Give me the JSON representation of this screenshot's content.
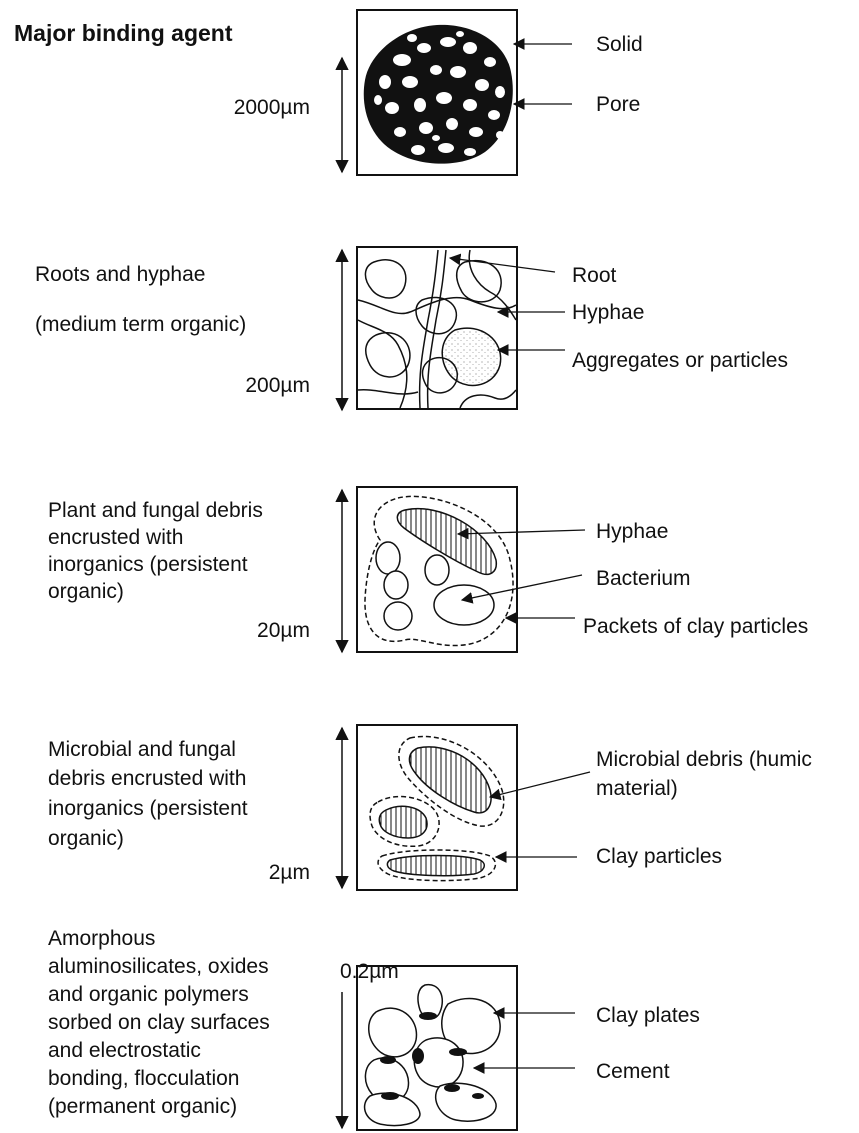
{
  "heading": "Major binding agent",
  "levels": [
    {
      "agent_lines": [],
      "scale": "2000µm",
      "labels": [
        "Solid",
        "Pore"
      ]
    },
    {
      "agent_lines": [
        "Roots and hyphae",
        "(medium term organic)"
      ],
      "scale": "200µm",
      "labels": [
        "Root",
        "Hyphae",
        "Aggregates or particles"
      ]
    },
    {
      "agent_lines": [
        "Plant and fungal debris",
        "encrusted with",
        "inorganics (persistent",
        "organic)"
      ],
      "scale": "20µm",
      "labels": [
        "Hyphae",
        "Bacterium",
        "Packets of clay particles"
      ]
    },
    {
      "agent_lines": [
        "Microbial and fungal",
        "debris encrusted with",
        "inorganics (persistent",
        "organic)"
      ],
      "scale": "2µm",
      "labels": [
        "Microbial debris (humic",
        "material)",
        "Clay particles"
      ]
    },
    {
      "agent_lines": [
        "Amorphous",
        "aluminosilicates, oxides",
        "and organic polymers",
        "sorbed on clay surfaces",
        "and electrostatic",
        "bonding, flocculation",
        "(permanent organic)"
      ],
      "scale": "0.2µm",
      "labels": [
        "Clay plates",
        "Cement"
      ]
    }
  ]
}
